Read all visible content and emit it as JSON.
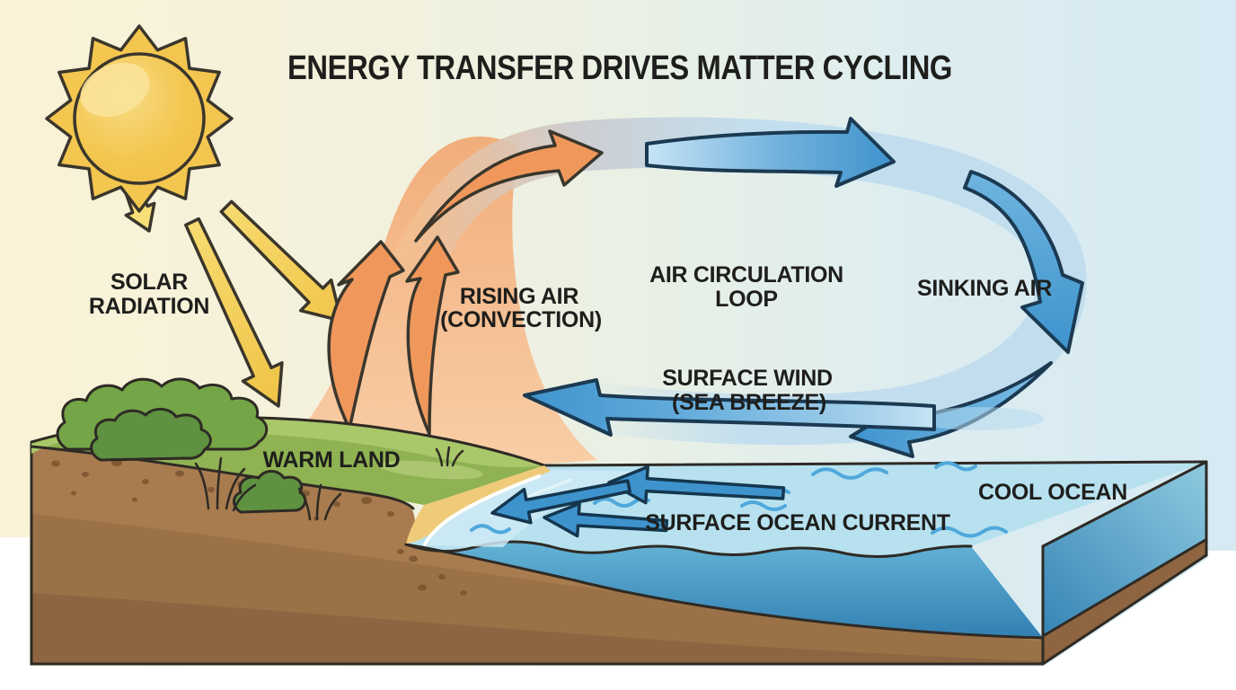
{
  "title": "ENERGY TRANSFER DRIVES MATTER CYCLING",
  "labels": {
    "solar_line1": "SOLAR",
    "solar_line2": "RADIATION",
    "rising_line1": "RISING AIR",
    "rising_line2": "(CONVECTION)",
    "loop_line1": "AIR CIRCULATION",
    "loop_line2": "LOOP",
    "sinking": "SINKING AIR",
    "wind_line1": "SURFACE WIND",
    "wind_line2": "(SEA BREEZE)",
    "warm_land": "WARM LAND",
    "cool_ocean": "COOL OCEAN",
    "surface_current": "SURFACE OCEAN CURRENT"
  },
  "colors": {
    "bg_left": "#FAF2D6",
    "bg_mid": "#E9F0E5",
    "bg_right": "#D5EAF3",
    "sun": "#F3C64F",
    "sun_light": "#FAE49B",
    "ray_yellow": "#F5D35F",
    "orange": "#F0985C",
    "plume": "#F5BE92",
    "band_gray": "#C9CBD1",
    "band_blue": "#C0DDEE",
    "blue": "#3E93CD",
    "blue_light": "#C8E5F6",
    "blue_stroke": "#1B3A52",
    "ocean_surface": "#B7E1EF",
    "ocean_mid": "#65B4D6",
    "ocean_deep": "#2E7CB0",
    "wave": "#4FA8DC",
    "shallow": "#CFEAF5",
    "sand": "#EFCB79",
    "green": "#8FB253",
    "green_light": "#A9C86A",
    "bush": "#74A546",
    "bush_dark": "#5E9140",
    "soil": "#A87C4F",
    "soil_dark": "#9B7148",
    "soil_deep": "#8E6540",
    "pebble": "#7E5731",
    "terrain_stroke": "#2E2A24",
    "arrow_outline": "#3A362C",
    "text": "#1E1E1C",
    "white": "#FFFFFF"
  }
}
